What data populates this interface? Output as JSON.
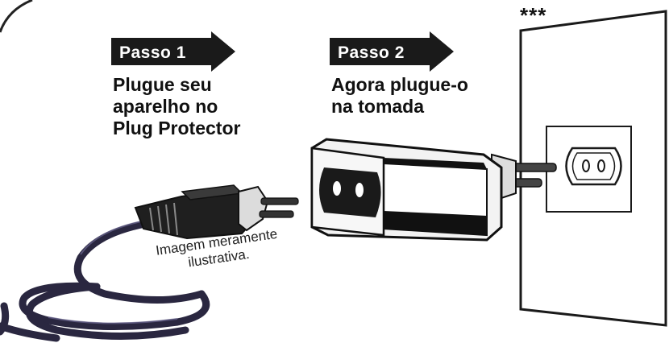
{
  "step1": {
    "badge": "Passo 1",
    "lines": [
      "Plugue seu",
      "aparelho no",
      "Plug Protector"
    ]
  },
  "step2": {
    "badge": "Passo 2",
    "lines": [
      "Agora plugue-o",
      "na tomada"
    ]
  },
  "caption": {
    "lines": [
      "Imagem meramente",
      "ilustrativa."
    ]
  },
  "wall_mark": "***",
  "colors": {
    "badge": "#1a1a1a",
    "ink": "#111111",
    "cord": "#2a2740"
  }
}
